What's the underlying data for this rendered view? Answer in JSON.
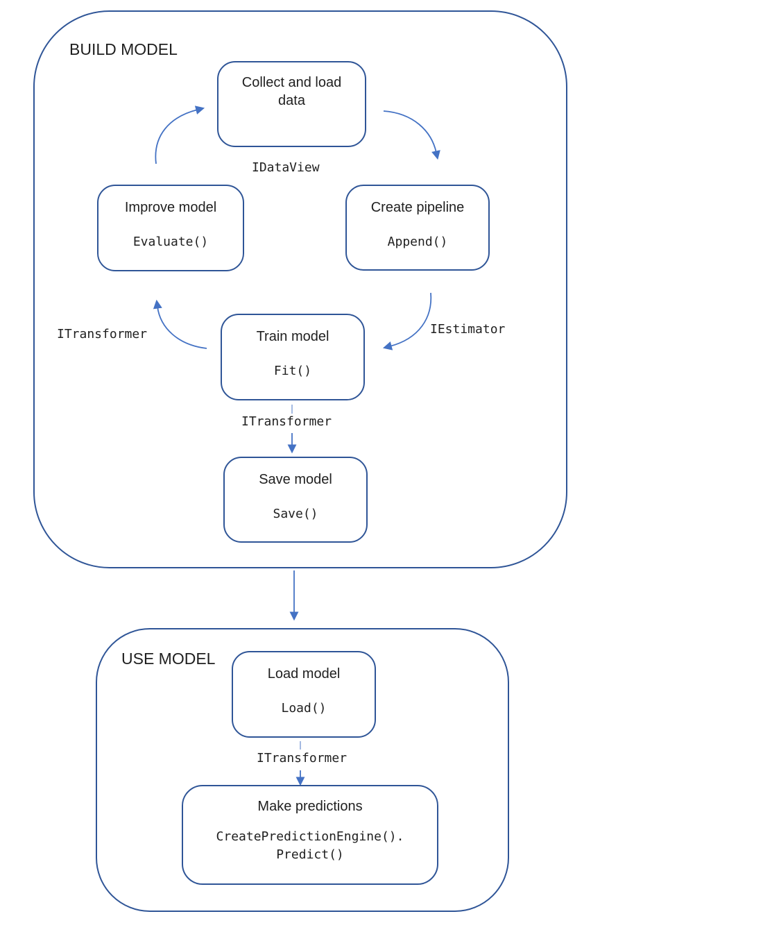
{
  "colors": {
    "box_border": "#2F5597",
    "arrow": "#4472C4",
    "text": "#1f1f1f"
  },
  "build_section": {
    "label": "BUILD MODEL",
    "collect_box": {
      "title": "Collect and load data"
    },
    "create_box": {
      "title": "Create pipeline",
      "code": "Append()"
    },
    "train_box": {
      "title": "Train model",
      "code": "Fit()"
    },
    "improve_box": {
      "title": "Improve model",
      "code": "Evaluate()"
    },
    "save_box": {
      "title": "Save model",
      "code": "Save()"
    },
    "labels": {
      "idataview": "IDataView",
      "iestimator": "IEstimator",
      "itransformer_left": "ITransformer",
      "itransformer_mid": "ITransformer"
    }
  },
  "use_section": {
    "label": "USE MODEL",
    "load_box": {
      "title": "Load model",
      "code": "Load()"
    },
    "predict_box": {
      "title": "Make predictions",
      "code_line1": "CreatePredictionEngine().",
      "code_line2": "Predict()"
    },
    "labels": {
      "itransformer": "ITransformer"
    }
  }
}
